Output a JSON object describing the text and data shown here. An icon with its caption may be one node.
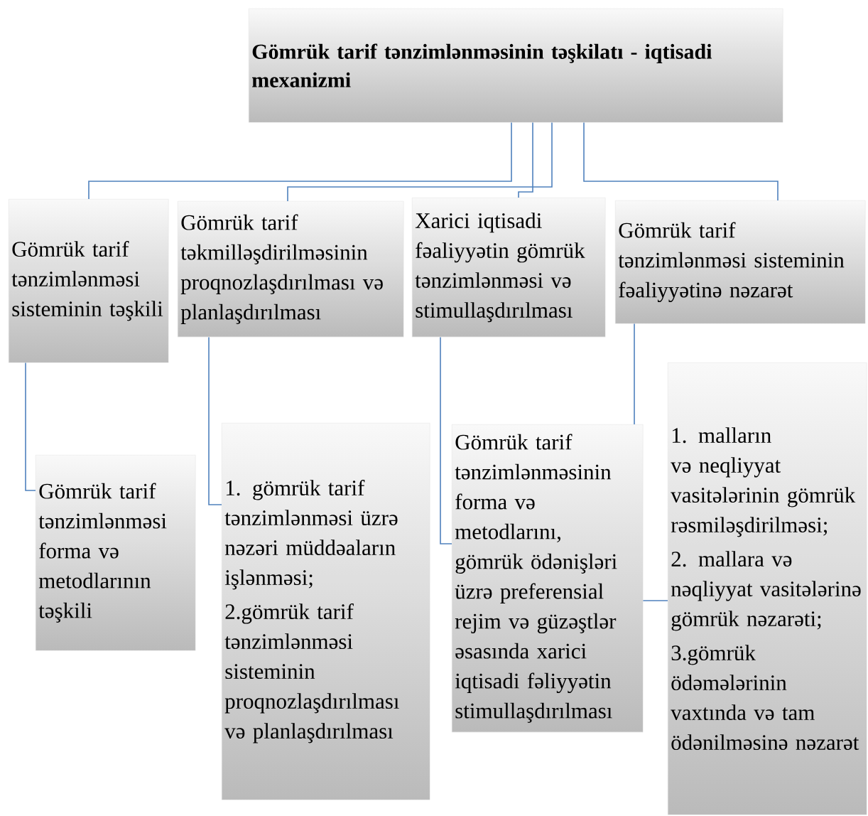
{
  "diagram": {
    "nodes": [
      {
        "text": [
          "Gömrük tarif tənzimlənməsinin təşkilatı - iqtisadi  mexanizmi"
        ]
      },
      {
        "text": [
          "Gömrük tarif tənzimlənməsi sisteminin təşkili"
        ]
      },
      {
        "text": [
          "Gömrük tarif təkmilləşdirilməsinin proqnozlaşdırılması və planlaşdırılması"
        ]
      },
      {
        "text": [
          "Xarici iqtisadi fəaliyyətin gömrük tənzimlənməsi və stimullaşdırılması"
        ]
      },
      {
        "text": [
          "Gömrük tarif tənzimlənməsi sisteminin fəaliyyətinə nəzarət"
        ]
      },
      {
        "text": [
          "Gömrük tarif tənzimlənməsi forma və metodlarının təşkili"
        ]
      },
      {
        "text": [
          "1. gömrük tarif tənzimlənməsi üzrə nəzəri müddəaların işlənməsi;",
          "2.gömrük tarif tənzimlənməsi sisteminin proqnozlaşdırılması və planlaşdırılması"
        ]
      },
      {
        "text": [
          "Gömrük tarif tənzimlənməsinin forma və metodlarını, gömrük ödənişləri üzrə preferensial rejim və güzəştlər əsasında  xarici iqtisadi fəliyyətin stimullaşdırılması"
        ]
      },
      {
        "text": [
          "1. malların və neqliyyat vasitələrinin gömrük rəsmiləşdirilməsi;",
          "2. mallara və nəqliyyat vasitələrinə gömrük nəzarəti;",
          "3.gömrük ödəmələrinin vaxtında və tam ödənilməsinə nəzarət"
        ]
      }
    ],
    "edges": [
      {
        "from": 0,
        "to": 1,
        "arrow": "none"
      },
      {
        "from": 0,
        "to": 2,
        "arrow": "none"
      },
      {
        "from": 0,
        "to": 3,
        "arrow": "none"
      },
      {
        "from": 0,
        "to": 4,
        "arrow": "none"
      },
      {
        "from": 1,
        "to": 5,
        "arrow": "none"
      },
      {
        "from": 2,
        "to": 6,
        "arrow": "none"
      },
      {
        "from": 3,
        "to": 7,
        "arrow": "none"
      },
      {
        "from": 4,
        "to": 7,
        "arrow": "none"
      },
      {
        "from": 7,
        "to": 8,
        "arrow": "none"
      }
    ]
  }
}
